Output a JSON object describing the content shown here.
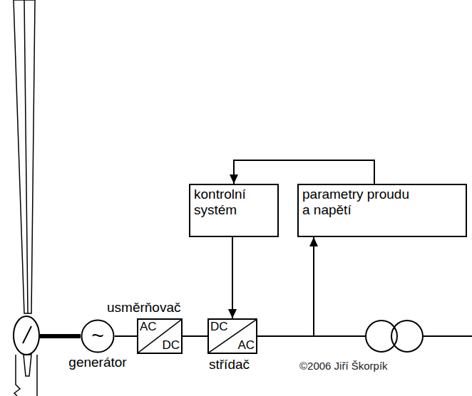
{
  "diagram": {
    "nodes": [
      {
        "text": [
          "kontrolní systém"
        ]
      },
      {
        "text": [
          "parametry proudu a napětí"
        ]
      },
      {
        "text": [
          "~",
          "generátor"
        ]
      },
      {
        "text": [
          "usměrňovač",
          "AC",
          "DC"
        ]
      },
      {
        "text": [
          "DC",
          "AC",
          "střídač"
        ]
      }
    ],
    "edges": [
      {
        "from": 2,
        "to": 3,
        "arrow": "none"
      },
      {
        "from": 3,
        "to": 4,
        "arrow": "none"
      },
      {
        "from": 0,
        "to": 4,
        "arrow": "to"
      },
      {
        "from": 1,
        "to": 0,
        "arrow": "to"
      },
      {
        "from": 4,
        "to": 1,
        "arrow": "to"
      }
    ],
    "labels": [
      "©2006 Jiří Škorpík"
    ]
  }
}
